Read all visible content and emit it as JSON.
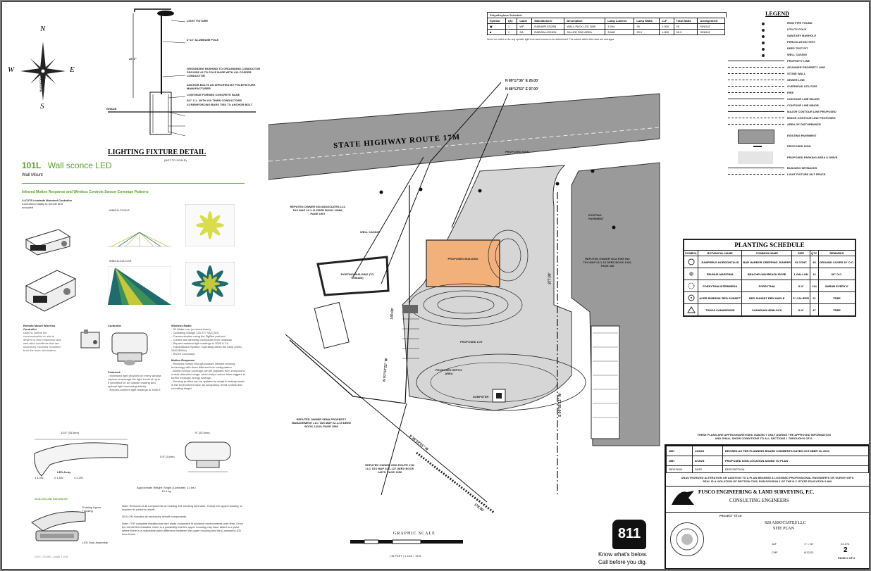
{
  "compass": {
    "n": "N",
    "s": "S",
    "e": "E",
    "w": "W",
    "label": "MAGNETIC"
  },
  "lighting_detail": {
    "title": "LIGHTING FIXTURE DETAIL",
    "subtitle": "(NOT TO SCALE)",
    "height": "25'-0\"",
    "grade": "GRADE",
    "callouts": [
      "LIGHT FIXTURE",
      "4\"x4\" ALUMINUM POLE",
      "GROUNDING BUSHING TO GROUNDING CONDUCTOR PROVIDE #6 TO POLE BASE WITH #10 COPPER CONDUCTOR",
      "ANCHOR BOLTS AS SPECIFIED BY POLE/FIXTURE MANUFACTURER",
      "CONTINUE FORMED CONCRETE BASE",
      "3/4\" C.L. WITH #10 THWN CONDUCTORS",
      "#3 REINFORCING BARS TIED TO ANCHOR BOLT"
    ]
  },
  "product": {
    "model": "101L",
    "name": "Wall sconce LED",
    "mount": "Wall Mount",
    "section_title": "Infrared Motion Response and Wireless Controls Sensor Coverage Patterns",
    "lc_title": "LLC275 Lumisafe Mounted Controller",
    "lc_text": "Controlled reliably to remote and occupied",
    "pattern_a": "WMG1LC2/XLR",
    "pattern_b": "WMG1LC2LC/XR",
    "remote_title": "Remote Mount Wireless Controller",
    "remote_text": "Used to control the communication on site is desired in their respective and well-oiled conditions that are incorrectly mounted, mounted from the more information.",
    "controller_title": "Controller",
    "wireless_title": "Wireless Radio",
    "wireless_items": [
      "- 50 Watts Low (no boost three)",
      "- Operating voltage 120-277 VAC (60)",
      "- Communication using the ZigBee protocol",
      "- Control and dimming commands from Gateway",
      "- Reports ambient light readings to 3000 ft-Cd",
      "- Transmission System: Operating within the band (2400-2483.5MHz)",
      "- ROHS Compliant"
    ],
    "features_title": "Featured:",
    "features_text": "- Increased light provided on every window capture at average the light levels of up to 5 permitted for an outside reading and optimal light harvesting activity.\n- Reports ambient light readings to 3000 ft",
    "motion_title": "Motion Response",
    "motion_text": "- Reduces motion through passive infrared sensing technology with three different lens configuration.\n- Motion sensor coverage can be adjusted from a narrow to a wide detection range, which helps reduce false triggers to further increase energy savings.\n- Sensing profiles can be updated to adapt to activity levels in the environment such as occupancy, trend, unlock and recording height",
    "dim_width": "13.6\" (34.5cm)",
    "dim_length": "9\" (22.9cm)",
    "dim_height": "5.5\" (14cm)",
    "ledarray_title": "LED Array",
    "ledarray": [
      "1 1.0W",
      "2 1.6W",
      "3 2.2W"
    ],
    "weight": "Approximate Weight: Single (Lumisafe): 11 lbs / 10.4 kg",
    "retrofit_title": "OLN-ON LED Retrofit Kit",
    "retrofit_labels": [
      "Existing Upper Housing",
      "LED Door Assembly"
    ],
    "retrofit_note": "Note: Removal of all components of existing 101 housing luminaire, except the upper housing, is required to perform retrofit.\n\nOLN-ON includes all necessary retrofit components.\n\nNote: TOP complete installed set wire leads connected in advance environments over time. Once the retrofit this installed, there is a possibility that the upper housing may have faded to a point where there is a noticeable paint difference between the upper housing and the (Lumisafe) LED door frame.",
    "footer": "DOC: 101WL - page 1 of 8"
  },
  "utility_table": {
    "title": "Polyetheylene Schedule",
    "headers": [
      "Symbol",
      "Qty",
      "Label",
      "Manufacturer",
      "Description",
      "Lamp Lumens",
      "Lamp Watts",
      "LLF",
      "Total Watts",
      "Arrangement"
    ],
    "rows": [
      [
        "",
        "1",
        "WP",
        "RAB/WPLED26N",
        "WALL-PACK LED 26W",
        "3,294",
        "26",
        "1.000",
        "26",
        "SINGLE"
      ],
      [
        "",
        "1",
        "SA",
        "RAB/SA-LED30N",
        "SA-LED 30W AREA",
        "3,648",
        "30.0",
        "1.000",
        "30.0",
        "SINGLE"
      ]
    ],
    "note": "Not to be relied on for any specific light level and lumens to be determined. The values within this chart are averages."
  },
  "legend": {
    "title": "LEGEND",
    "items": [
      "IRON PIPE FOUND",
      "UTILITY POLE",
      "SANITARY MANHOLE",
      "PERCOLATION TEST",
      "DEEP TEST PIT",
      "WELL CASING",
      "PROPERTY LINE",
      "ADJOINER PROPERTY LINE",
      "STONE WALL",
      "SEWER LINE",
      "OVERHEAD UTILITIES",
      "FIRE",
      "CONTOUR LINE MAJOR",
      "CONTOUR LINE MINOR",
      "MAJOR CONTOUR LINE PROPOSED",
      "MINOR CONTOUR LINE PROPOSED",
      "AREA OF DISTURBANCE",
      "EXISTING PAVEMENT",
      "PROPOSED SIGN",
      "PROPOSED PARKING AREA & DRIVE",
      "BUILDING SETBACKS",
      "LIGHT FIXTURE SILT FENCE"
    ]
  },
  "planting": {
    "title": "PLANTING SCHEDULE",
    "headers": [
      "SYMBOL",
      "BOTANICAL NAME",
      "COMMON NAME",
      "SIZE",
      "QTY.",
      "REMARKS"
    ],
    "rows": [
      [
        "",
        "JUNIPERUS HORIZONTALIS",
        "BAR HARBOR CREEPING JUNIPER",
        "#3 CONT.",
        "40",
        "GROUND COVER 10' O.C."
      ],
      [
        "",
        "PRUNUS MARITIMA",
        "BEACHPLUM/ BEACH ROSE",
        "1 GALLON",
        "12",
        "36\" O.C."
      ],
      [
        "",
        "FORSYTHIA INTERMEDIA",
        "FORSYTHIA",
        "5'-6'",
        "114",
        "SHRUB EVERY 6'"
      ],
      [
        "",
        "ACER RUBRUM 'RED SUNSET'",
        "RED SUNSET RED MAPLE",
        "3\" CALIPER",
        "21",
        "TREE"
      ],
      [
        "",
        "TSUGA CANADENSIS",
        "CANADIAN HEMLOCK",
        "5'-6'",
        "47",
        "TREE"
      ]
    ]
  },
  "site": {
    "road": "STATE HIGHWAY ROUTE 17M",
    "bearing1": "N 89°17'36\" E  26.00'",
    "bearing2": "N 88°12'53\" E  97.00'",
    "bearing3": "S 00°56'12\" W",
    "bearing4": "N 01°12'22\" W",
    "bearing5": "S 38°22'51\" W",
    "dist1": "277.00'",
    "dist2": "140.00'",
    "dist3": "178.00'",
    "owner1": "REPUTED OWNER 920 ASSOCIATES LLC TAX MAP 22-1-11 DEED BOOK 14086, PAGE 1907",
    "owner2": "REPUTED OWNER GOA FINE INC TAX MAP 22-1-10 DEED BOOK 1416, PAGE 189",
    "owner3": "REPUTED OWNER SENA PROPERTY MANAGEMENT LLC TAX MAP 22-1-15 DEED BOOK 14319, PAGE 1998",
    "owner4": "REPUTED OWNER 2050 ROUTE 17M LLC TAX MAP 22-1-127 DEED BOOK 14875, PAGE 1996",
    "building": "PROPOSED BUILDING",
    "existing_bldg": "EXISTING BUILDING (TO REMAIN)",
    "parking": "PROPOSED LOT",
    "septic": "PROPOSED SEPTIC AREA",
    "dumpster": "DUMPSTER",
    "well": "WELL CASING",
    "pavement": "EXISTING PAVEMENT",
    "sign": "PROPOSED SIGN",
    "scale_label": "GRAPHIC SCALE",
    "scale_units": "( IN FEET )  1 inch = 30 ft."
  },
  "notes": {
    "top": "THESE PLANS ARE APPROVED/REVISED SUBJECT ONLY DURING THE APPROVED INFORMATION AND SHALL SHOW CONDITIONS TO ALL SECTIONS 1 THROUGH 6 OF 6."
  },
  "revisions": [
    [
      "JBH",
      "11/5/23",
      "REVISED AS PER PLANNING BOARD COMMENTS DATED OCTOBER 13, 2023"
    ],
    [
      "JBH",
      "6/19/23",
      "PROPOSED SIGN LOCATION ADDED TO PLAN"
    ],
    [
      "REVISION",
      "DATE",
      "DESCRIPTION"
    ]
  ],
  "title_block": {
    "unauthorized": "UNAUTHORIZED ALTERATION OR ADDITION TO A PLAN BEARING A LICENSED PROFESSIONAL ENGINEER'S OR SURVEYOR'S SEAL IS A VIOLATION OF SECTION 7209, SUB-DIVISION 2 OF THE N.Y. STATE EDUCATION LAW.",
    "company": "FUSCO ENGINEERING & LAND SURVEYING, P.C.",
    "company2": "CONSULTING ENGINEERS",
    "project_title_label": "PROJECT TITLE:",
    "project": "920 ASSOCIATES LLC",
    "sheet_name": "SITE PLAN",
    "sheet_number": "2",
    "sheet_of": "PAGE 2 OF 6",
    "date": "6/12/23",
    "scale": "1\" = 30'",
    "job": "22-274",
    "drawn": "JAF",
    "checked": "CMF"
  },
  "dig": {
    "logo": "811",
    "line1": "Know what's below.",
    "line2": "Call before you dig."
  }
}
